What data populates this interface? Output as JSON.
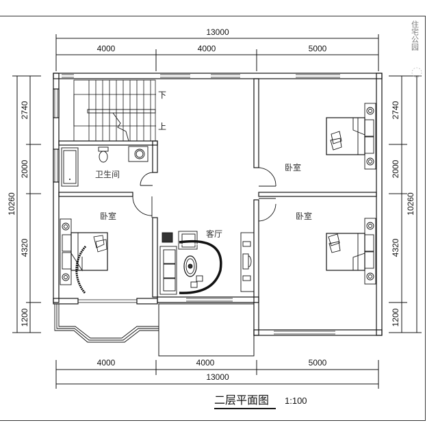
{
  "drawing": {
    "title": "二层平面图",
    "scale": "1:100",
    "watermark": "住宅公园"
  },
  "dimensions": {
    "top": {
      "total": "13000",
      "segments": [
        "4000",
        "4000",
        "5000"
      ]
    },
    "bottom": {
      "total": "13000",
      "segments": [
        "4000",
        "4000",
        "5000"
      ]
    },
    "left": {
      "total": "10260",
      "segments": [
        "2740",
        "2000",
        "4320",
        "1200"
      ]
    },
    "right": {
      "total": "10260",
      "segments": [
        "2740",
        "2000",
        "4320",
        "1200"
      ]
    }
  },
  "rooms": {
    "bathroom": "卫生间",
    "bedroom_left": "卧室",
    "bedroom_right_top": "卧室",
    "bedroom_right_bottom": "卧室",
    "living_room": "客厅"
  },
  "stair": {
    "down": "下",
    "up": "上"
  },
  "colors": {
    "line": "#111111",
    "background": "#ffffff"
  }
}
